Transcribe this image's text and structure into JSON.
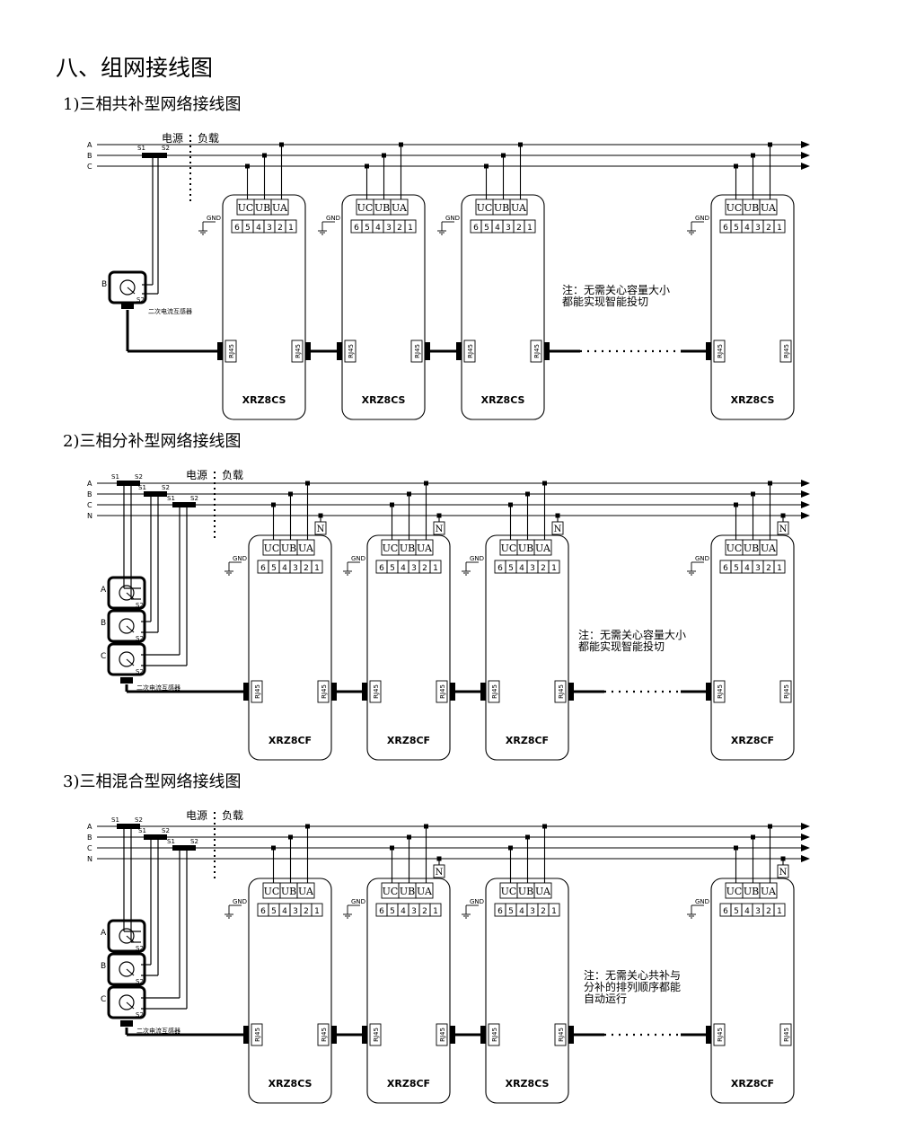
{
  "page": {
    "heading": "八、组网接线图",
    "colors": {
      "ink": "#000000",
      "paper": "#ffffff"
    }
  },
  "labels": {
    "source": "电源",
    "load": "负载",
    "gnd": "GND",
    "rj45": "RJ45",
    "ct_caption": "二次电流互感器",
    "s1": "S1",
    "s2": "S2",
    "neutral_box": "N",
    "uc": "UC",
    "ub": "UB",
    "ua": "UA",
    "terminals": [
      "6",
      "5",
      "4",
      "3",
      "2",
      "1"
    ]
  },
  "sections": [
    {
      "title": "1)三相共补型网络接线图",
      "phases": [
        "A",
        "B",
        "C"
      ],
      "cts": [
        "B"
      ],
      "devices": [
        "XRZ8CS",
        "XRZ8CS",
        "XRZ8CS",
        "XRZ8CS"
      ],
      "note": [
        "注：无需关心容量大小",
        "都能实现智能投切"
      ]
    },
    {
      "title": "2)三相分补型网络接线图",
      "phases": [
        "A",
        "B",
        "C",
        "N"
      ],
      "cts": [
        "A",
        "B",
        "C"
      ],
      "devices": [
        "XRZ8CF",
        "XRZ8CF",
        "XRZ8CF",
        "XRZ8CF"
      ],
      "note": [
        "注：无需关心容量大小",
        "都能实现智能投切"
      ]
    },
    {
      "title": "3)三相混合型网络接线图",
      "phases": [
        "A",
        "B",
        "C",
        "N"
      ],
      "cts": [
        "A",
        "B",
        "C"
      ],
      "devices": [
        "XRZ8CS",
        "XRZ8CF",
        "XRZ8CS",
        "XRZ8CF"
      ],
      "note": [
        "注：无需关心共补与",
        "分补的排列顺序都能",
        "自动运行"
      ]
    }
  ]
}
